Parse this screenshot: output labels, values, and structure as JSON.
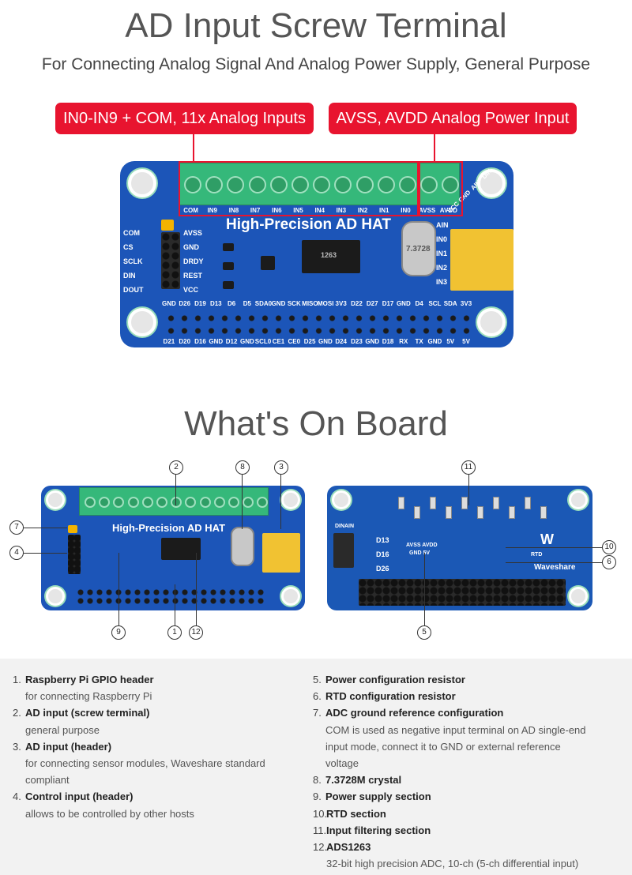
{
  "titles": {
    "top": "AD Input Screw Terminal",
    "subtitle": "For Connecting Analog Signal And Analog Power Supply, General Purpose",
    "board_section": "What's On Board"
  },
  "callouts": {
    "inputs": "IN0-IN9 + COM, 11x Analog Inputs",
    "power": "AVSS, AVDD Analog Power Input"
  },
  "board": {
    "name": "High-Precision AD HAT",
    "terminal_labels": [
      "COM",
      "IN9",
      "IN8",
      "IN7",
      "IN6",
      "IN5",
      "IN4",
      "IN3",
      "IN2",
      "IN1",
      "IN0",
      "AVSS",
      "AVDD"
    ],
    "left_pins": [
      "COM",
      "CS",
      "SCLK",
      "DIN",
      "DOUT"
    ],
    "mid_pins": [
      "AVSS",
      "GND",
      "DRDY",
      "REST",
      "VCC"
    ],
    "ain_labels": [
      "AIN",
      "IN0",
      "IN1",
      "IN2",
      "IN3"
    ],
    "ain_header_labels": [
      "VCC",
      "GND",
      "AIN",
      "DIN"
    ],
    "gpio_top": [
      "GND",
      "D26",
      "D19",
      "D13",
      "D6",
      "D5",
      "SDA0",
      "GND",
      "SCK",
      "MISO",
      "MOSI",
      "3V3",
      "D22",
      "D27",
      "D17",
      "GND",
      "D4",
      "SCL",
      "SDA",
      "3V3"
    ],
    "gpio_bottom": [
      "D21",
      "D20",
      "D16",
      "GND",
      "D12",
      "GND",
      "SCL0",
      "CE1",
      "CE0",
      "D25",
      "GND",
      "D24",
      "D23",
      "GND",
      "D18",
      "RX",
      "TX",
      "GND",
      "5V",
      "5V"
    ],
    "crystal_text": "7.3728",
    "chip_text": "1263"
  },
  "back_board": {
    "brand": "Waveshare",
    "power_label": "AVSS AVDD",
    "power_label2": "GND 5V",
    "rtd_label": "RTD",
    "din_labels": [
      "DIN",
      "AIN"
    ],
    "side_pins": [
      "D13",
      "D16",
      "D26"
    ]
  },
  "markers": [
    "2",
    "8",
    "3",
    "7",
    "4",
    "9",
    "1",
    "12",
    "11",
    "10",
    "6",
    "5"
  ],
  "list_left": [
    {
      "num": "1.",
      "title": "Raspberry Pi GPIO header",
      "desc": [
        "for connecting Raspberry Pi"
      ]
    },
    {
      "num": "2.",
      "title": "AD input (screw terminal)",
      "desc": [
        "general purpose"
      ]
    },
    {
      "num": "3.",
      "title": "AD input (header)",
      "desc": [
        "for connecting sensor modules, Waveshare standard",
        "compliant"
      ]
    },
    {
      "num": "4.",
      "title": "Control input (header)",
      "desc": [
        "allows to be controlled by other hosts"
      ]
    }
  ],
  "list_right": [
    {
      "num": "5.",
      "title": "Power configuration resistor",
      "desc": []
    },
    {
      "num": "6.",
      "title": "RTD configuration resistor",
      "desc": []
    },
    {
      "num": "7.",
      "title": "ADC ground reference configuration",
      "desc": [
        "COM is used as negative input terminal on AD single-end",
        "input mode, connect it to GND or external reference",
        "voltage"
      ]
    },
    {
      "num": "8.",
      "title": "7.3728M crystal",
      "desc": []
    },
    {
      "num": "9.",
      "title": "Power supply section",
      "desc": []
    },
    {
      "num": "10.",
      "title": "RTD section",
      "desc": []
    },
    {
      "num": "11.",
      "title": "Input filtering section",
      "desc": []
    },
    {
      "num": "12.",
      "title": "ADS1263",
      "desc": [
        "32-bit high precision ADC, 10-ch (5-ch differential input)"
      ]
    }
  ],
  "colors": {
    "accent": "#e8142f",
    "board_blue": "#1c55b8",
    "terminal_green": "#35b87a",
    "panel_bg": "#f2f2f2"
  }
}
